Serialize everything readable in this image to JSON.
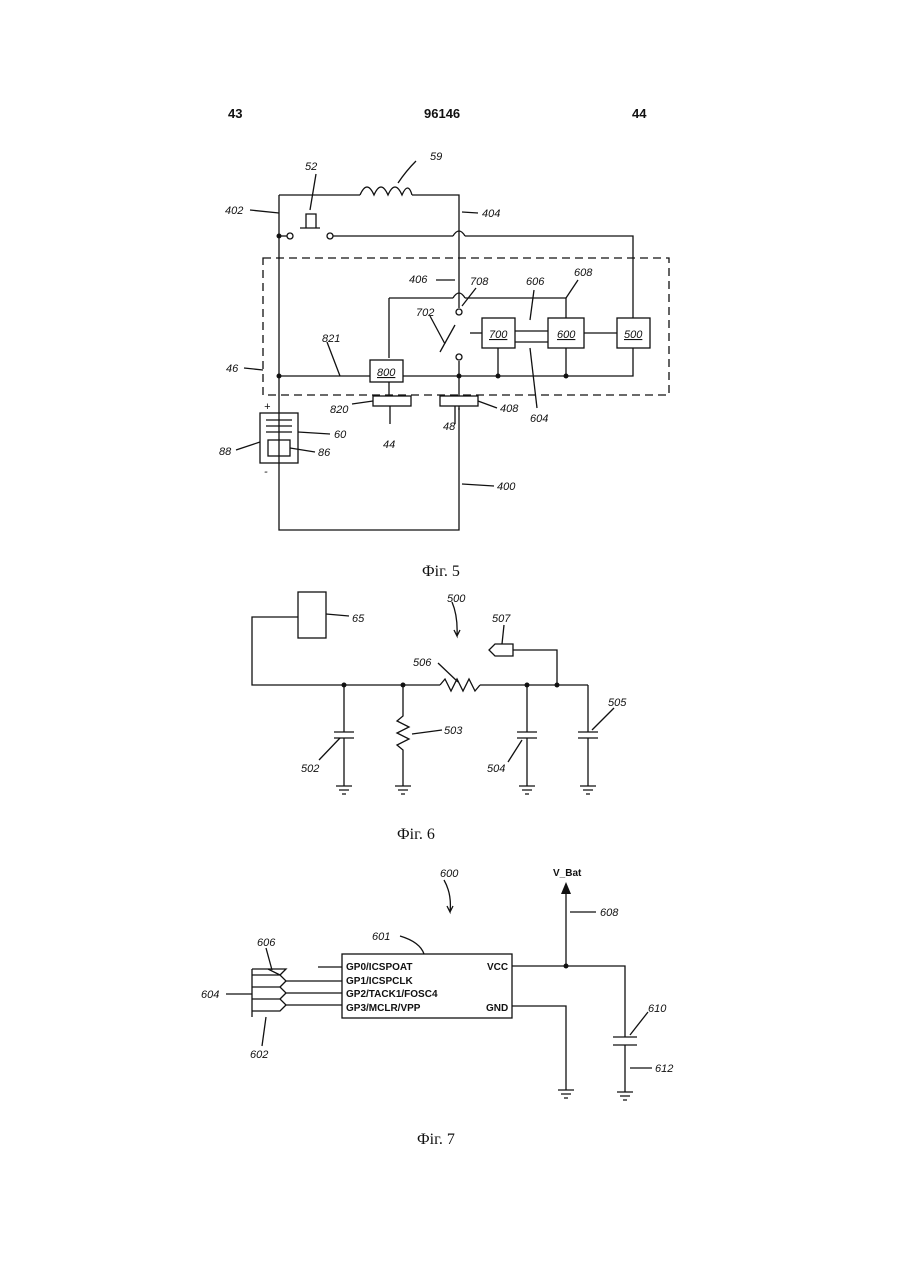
{
  "header": {
    "left_page": "43",
    "doc_number": "96146",
    "right_page": "44"
  },
  "fig5": {
    "caption": "Фіг. 5",
    "labels": {
      "l52": "52",
      "l59": "59",
      "l402": "402",
      "l404": "404",
      "l406": "406",
      "l708": "708",
      "l606": "606",
      "l608": "608",
      "l702": "702",
      "l700": "700",
      "l600": "600",
      "l500": "500",
      "l821": "821",
      "l46": "46",
      "l800": "800",
      "l820": "820",
      "l408": "408",
      "l604": "604",
      "l44": "44",
      "l48": "48",
      "l60": "60",
      "l88": "88",
      "l86": "86",
      "l400": "400",
      "plus": "+",
      "minus": "-"
    }
  },
  "fig6": {
    "caption": "Фіг. 6",
    "labels": {
      "l500": "500",
      "l507": "507",
      "l65": "65",
      "l506": "506",
      "l503": "503",
      "l505": "505",
      "l502": "502",
      "l504": "504"
    }
  },
  "fig7": {
    "caption": "Фіг. 7",
    "labels": {
      "l600": "600",
      "vbat": "V_Bat",
      "l608": "608",
      "l601": "601",
      "l606": "606",
      "l604": "604",
      "l602": "602",
      "l610": "610",
      "l612": "612"
    },
    "pins": {
      "gp0": "GP0/ICSPOAT",
      "gp1": "GP1/ICSPCLK",
      "gp2": "GP2/TACK1/FOSC4",
      "gp3": "GP3/MCLR/VPP",
      "vcc": "VCC",
      "gnd": "GND"
    }
  }
}
